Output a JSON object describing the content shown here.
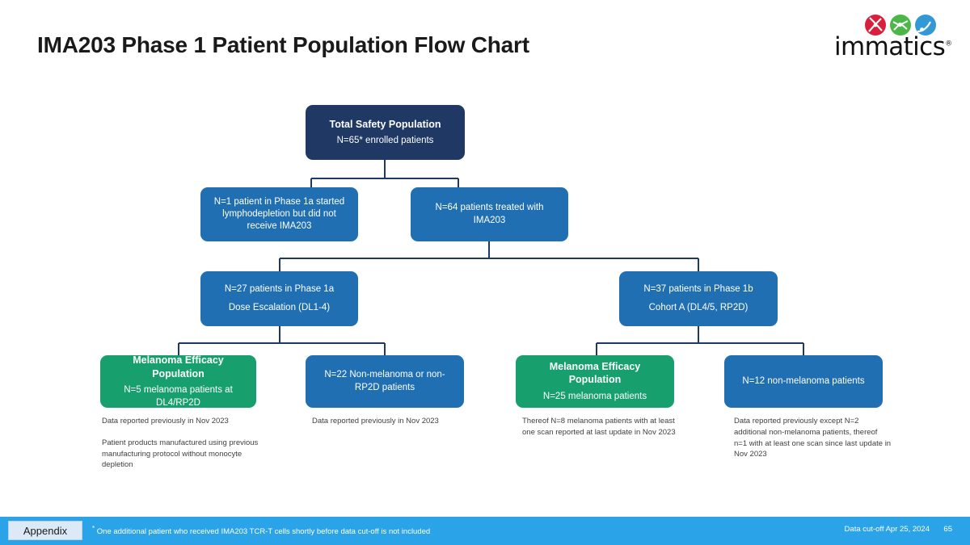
{
  "header": {
    "title": "IMA203 Phase 1 Patient Population Flow Chart",
    "logo_text": "immatics",
    "logo_registered": "®"
  },
  "colors": {
    "navy": "#1f3864",
    "blue": "#1f6fb2",
    "green": "#17a06e",
    "footer_bar": "#2aa3e8",
    "connector": "#1f3864",
    "logo_red": "#d81f3b",
    "logo_green": "#4cb748",
    "logo_blue": "#3399d6"
  },
  "flow": {
    "nodes": [
      {
        "id": "total-safety-population",
        "title": "Total Safety Population",
        "subtitle": "N=65* enrolled patients",
        "subtitle2": "",
        "color": "navy"
      },
      {
        "id": "phase1a-no-ima203",
        "title": "",
        "subtitle": "N=1 patient in Phase 1a started lymphodepletion but did not receive IMA203",
        "subtitle2": "",
        "color": "blue"
      },
      {
        "id": "treated-with-ima203",
        "title": "",
        "subtitle": "N=64 patients treated with IMA203",
        "subtitle2": "",
        "color": "blue"
      },
      {
        "id": "phase1a-dose-escalation",
        "title": "",
        "subtitle": "N=27 patients in Phase 1a",
        "subtitle2": "Dose Escalation (DL1-4)",
        "color": "blue"
      },
      {
        "id": "phase1b-cohort-a",
        "title": "",
        "subtitle": "N=37 patients in Phase 1b",
        "subtitle2": "Cohort A (DL4/5, RP2D)",
        "color": "blue"
      },
      {
        "id": "melanoma-efficacy-dl4-rp2d",
        "title": "Melanoma Efficacy Population",
        "subtitle": "N=5 melanoma patients at DL4/RP2D",
        "subtitle2": "",
        "color": "green"
      },
      {
        "id": "non-melanoma-non-rp2d",
        "title": "",
        "subtitle": "N=22 Non-melanoma or non-RP2D patients",
        "subtitle2": "",
        "color": "blue"
      },
      {
        "id": "melanoma-efficacy-cohort-a",
        "title": "Melanoma Efficacy Population",
        "subtitle": "N=25 melanoma patients",
        "subtitle2": "",
        "color": "green"
      },
      {
        "id": "non-melanoma-12",
        "title": "",
        "subtitle": "N=12 non-melanoma patients",
        "subtitle2": "",
        "color": "blue"
      }
    ],
    "captions": [
      {
        "id": "caption-melanoma-dl4",
        "line1": "Data reported previously in Nov 2023",
        "line2": "Patient products manufactured using previous manufacturing protocol without monocyte depletion"
      },
      {
        "id": "caption-non-melanoma-22",
        "line1": "Data reported previously in Nov 2023",
        "line2": ""
      },
      {
        "id": "caption-melanoma-25",
        "line1": "Thereof N=8 melanoma patients with at least one scan reported at last update in Nov 2023",
        "line2": ""
      },
      {
        "id": "caption-non-melanoma-12",
        "line1": "Data reported previously except N=2 additional non-melanoma patients, thereof n=1 with at least one scan since last update in Nov 2023",
        "line2": ""
      }
    ]
  },
  "footer": {
    "appendix_label": "Appendix",
    "footnote_marker": "*",
    "footnote": "One additional patient who received IMA203 TCR-T cells shortly before data cut-off is not included",
    "data_cutoff": "Data cut-off Apr 25, 2024",
    "page_number": "65"
  }
}
